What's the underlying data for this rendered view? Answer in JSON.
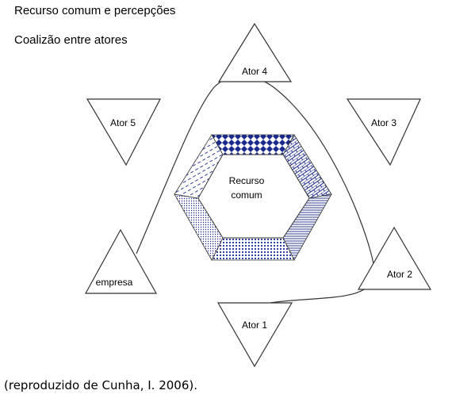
{
  "title_line1": "Recurso comum e percepções",
  "title_line2": "Coalizão entre atores",
  "center_label": [
    "Recurso",
    "comum"
  ],
  "actors": {
    "ator4": "Ator 4",
    "ator5": "Ator 5",
    "ator3": "Ator 3",
    "empresa": "empresa",
    "ator2": "Ator 2",
    "ator1": "Ator 1"
  },
  "caption": "(reproduzido de Cunha, I. 2006).",
  "colors": {
    "pattern": "#1a2a8a",
    "outline": "#333333"
  }
}
